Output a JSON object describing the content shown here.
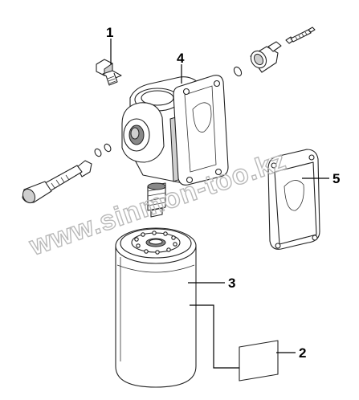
{
  "watermark": "www.sinmon-too.kz",
  "callouts": {
    "c1": "1",
    "c2": "2",
    "c3": "3",
    "c4": "4",
    "c5": "5"
  }
}
